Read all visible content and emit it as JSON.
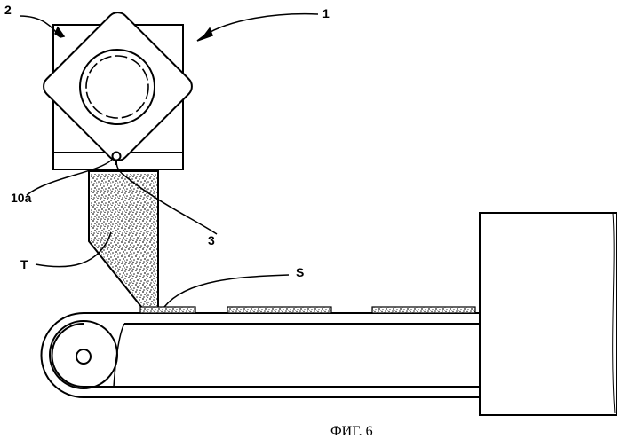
{
  "labels": {
    "apparatus": "1",
    "head": "2",
    "nozzle": "3",
    "outlet": "10a",
    "hopper_material": "T",
    "strip": "S"
  },
  "caption": "ФИГ. 6"
}
